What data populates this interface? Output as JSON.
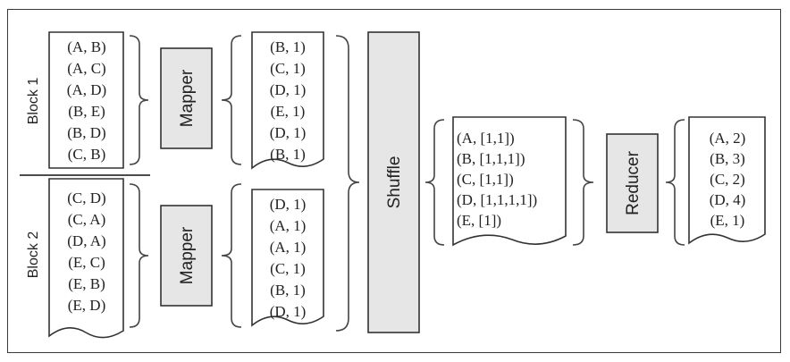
{
  "blocks": {
    "block1_label": "Block 1",
    "block2_label": "Block 2"
  },
  "input": {
    "block1_items": [
      "(A, B)",
      "(A, C)",
      "(A, D)",
      "(B, E)",
      "(B, D)",
      "(C, B)"
    ],
    "block2_items": [
      "(C, D)",
      "(C, A)",
      "(D, A)",
      "(E, C)",
      "(E, B)",
      "(E, D)"
    ]
  },
  "stages": {
    "mapper1_label": "Mapper",
    "mapper2_label": "Mapper",
    "shuffle_label": "Shuffle",
    "reducer_label": "Reducer"
  },
  "mapper_output": {
    "block1_items": [
      "(B, 1)",
      "(C, 1)",
      "(D, 1)",
      "(E, 1)",
      "(D, 1)",
      "(B, 1)"
    ],
    "block2_items": [
      "(D, 1)",
      "(A, 1)",
      "(A, 1)",
      "(C, 1)",
      "(B, 1)",
      "(D, 1)"
    ]
  },
  "shuffle_output": {
    "items": [
      "(A, [1,1])",
      "(B, [1,1,1])",
      "(C, [1,1])",
      "(D, [1,1,1,1])",
      "(E, [1])"
    ]
  },
  "reducer_output": {
    "items": [
      "(A, 2)",
      "(B, 3)",
      "(C, 2)",
      "(D, 4)",
      "(E, 1)"
    ]
  }
}
